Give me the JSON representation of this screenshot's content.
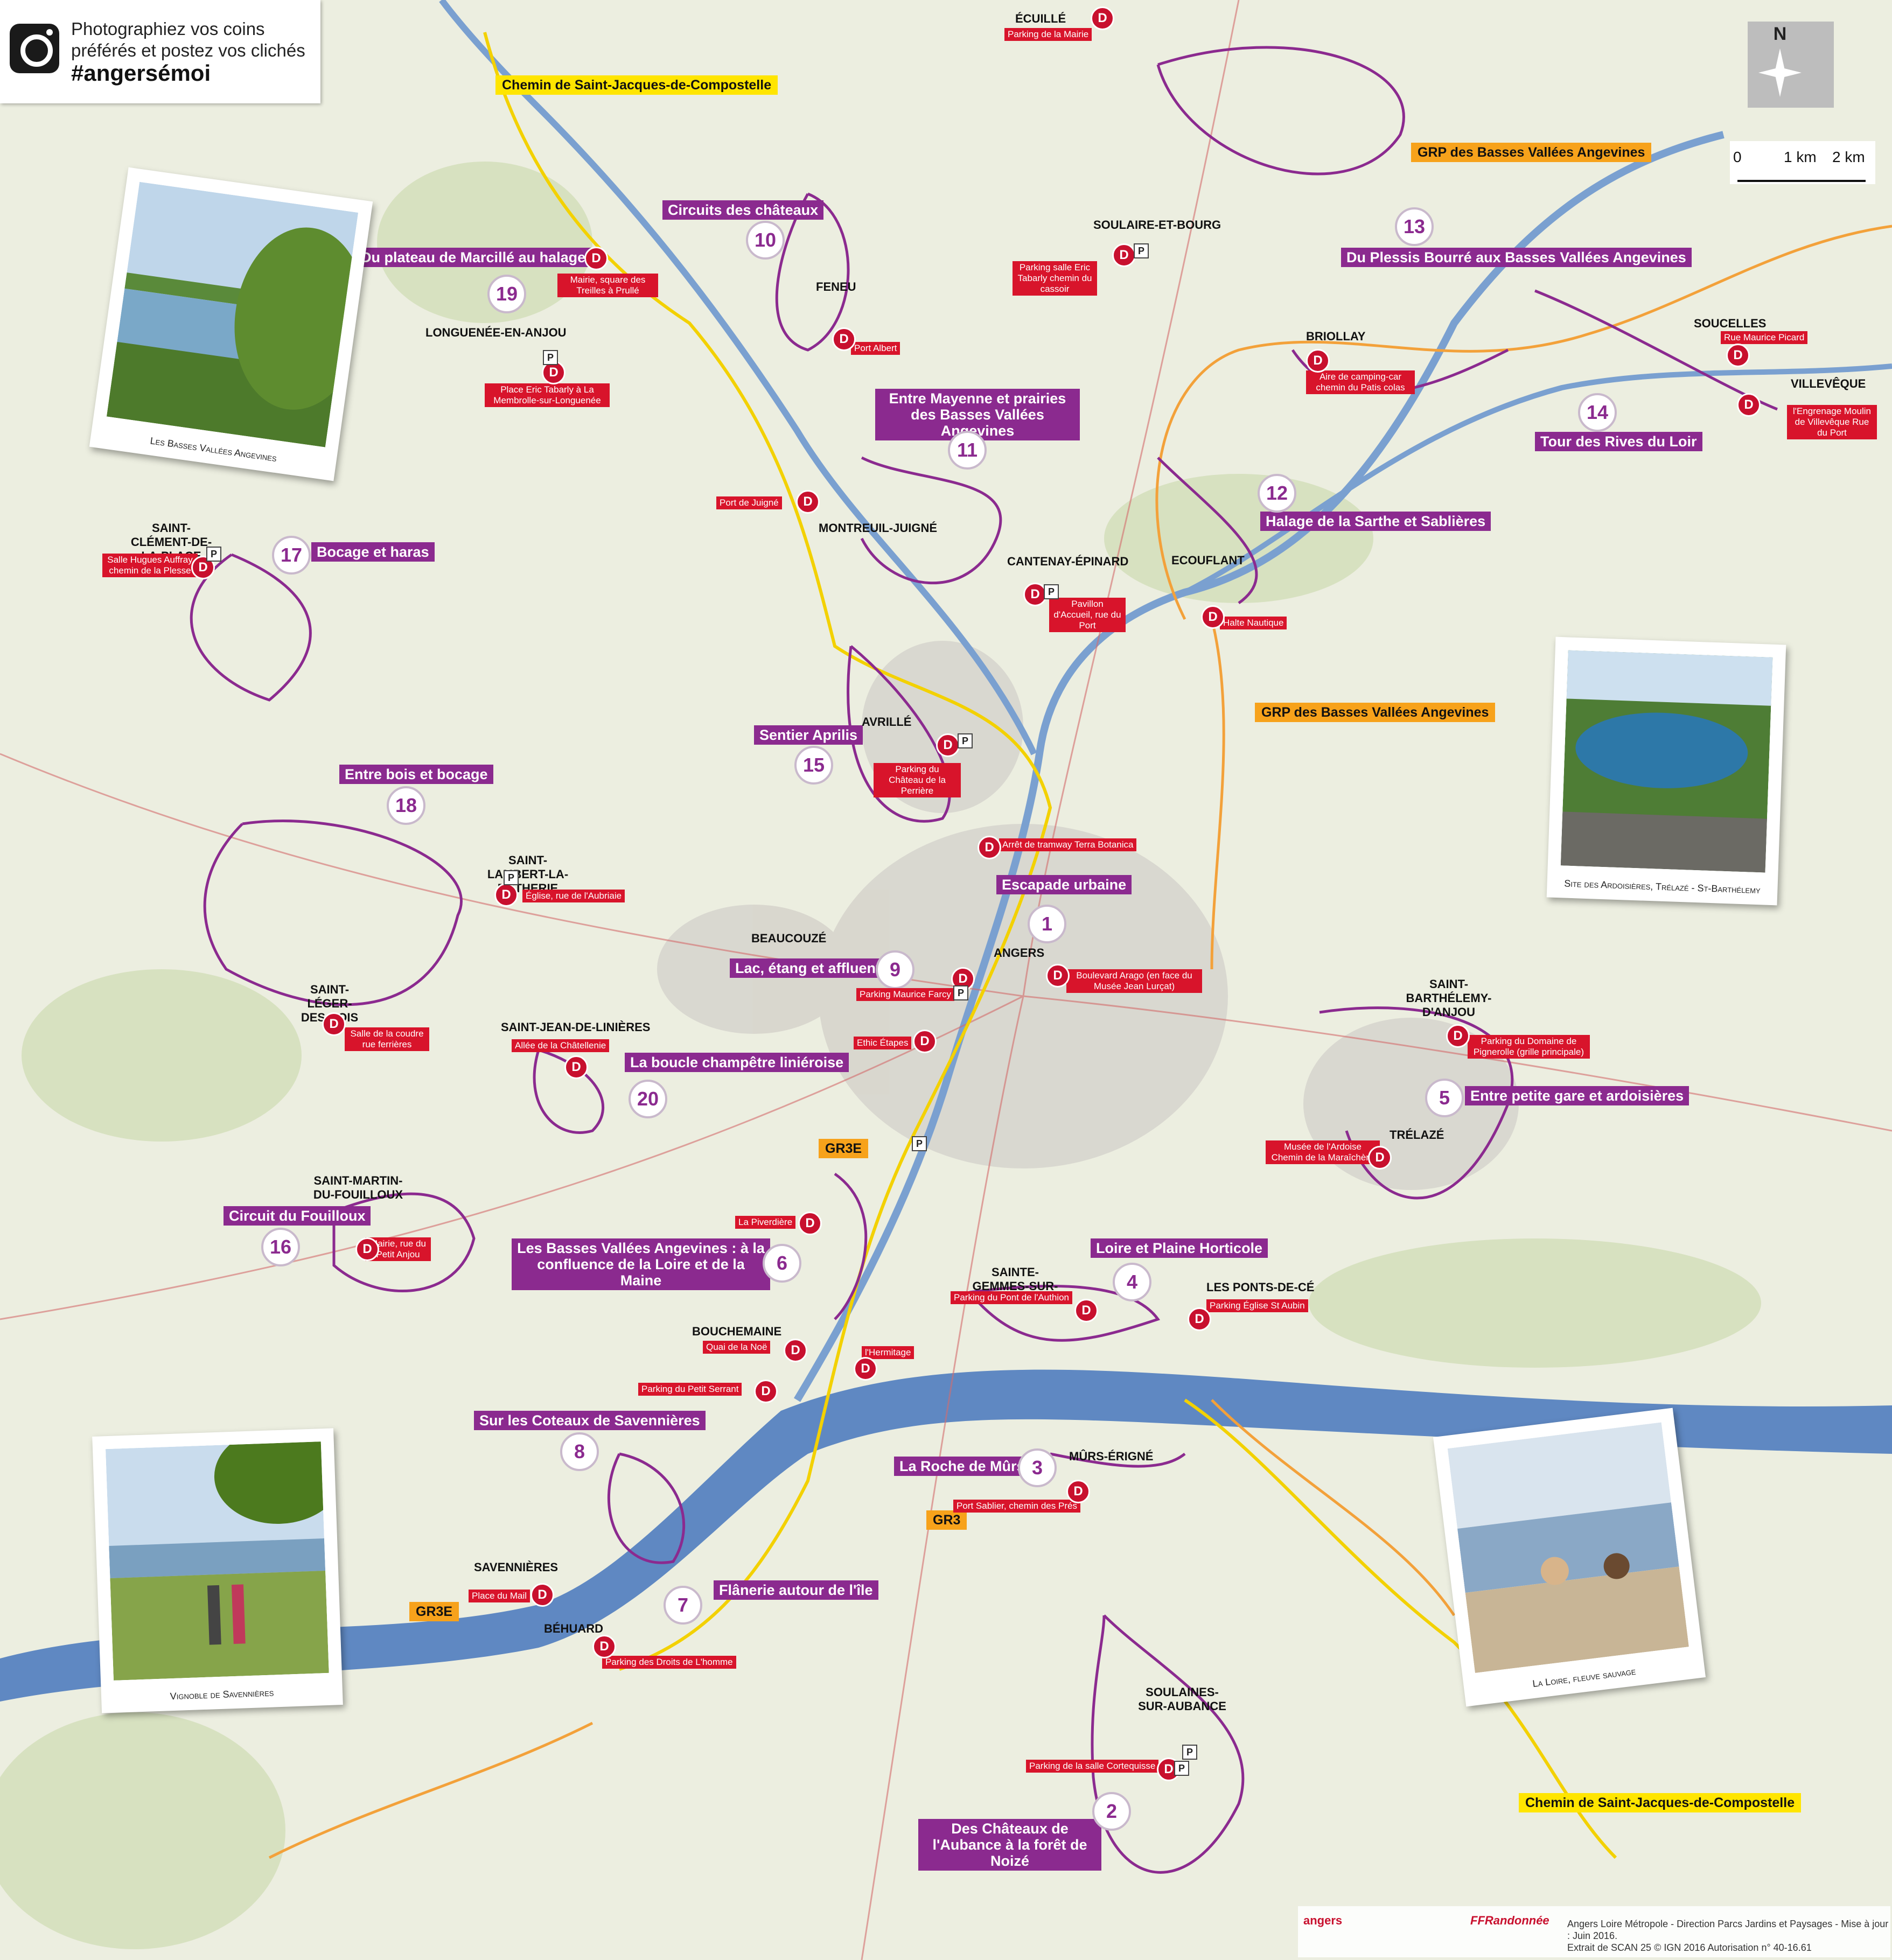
{
  "header": {
    "line1": "Photographiez vos coins",
    "line2": "préférés et postez vos clichés",
    "hashtag": "#angersémoi"
  },
  "compass": {
    "north": "N"
  },
  "scale": {
    "t0": "0",
    "t1": "1 km",
    "t2": "2 km"
  },
  "routes": [
    {
      "num": "1",
      "name": "Escapade urbaine"
    },
    {
      "num": "2",
      "name": "Des Châteaux de l'Aubance à la forêt de Noizé"
    },
    {
      "num": "3",
      "name": "La Roche de Mûrs"
    },
    {
      "num": "4",
      "name": "Loire et Plaine Horticole"
    },
    {
      "num": "5",
      "name": "Entre petite gare et ardoisières"
    },
    {
      "num": "6",
      "name": "Les Basses Vallées Angevines : à la confluence de la Loire et de la Maine"
    },
    {
      "num": "7",
      "name": "Flânerie autour de l'île"
    },
    {
      "num": "8",
      "name": "Sur les Coteaux de Savennières"
    },
    {
      "num": "9",
      "name": "Lac, étang et affluent"
    },
    {
      "num": "10",
      "name": "Circuits des châteaux"
    },
    {
      "num": "11",
      "name": "Entre Mayenne et prairies des Basses Vallées Angevines"
    },
    {
      "num": "12",
      "name": "Halage de la Sarthe et Sablières"
    },
    {
      "num": "13",
      "name": "Du Plessis Bourré aux Basses Vallées Angevines"
    },
    {
      "num": "14",
      "name": "Tour des Rives du Loir"
    },
    {
      "num": "15",
      "name": "Sentier Aprilis"
    },
    {
      "num": "16",
      "name": "Circuit du Fouilloux"
    },
    {
      "num": "17",
      "name": "Bocage et haras"
    },
    {
      "num": "18",
      "name": "Entre bois et bocage"
    },
    {
      "num": "19",
      "name": "Du plateau de Marcillé au halage"
    },
    {
      "num": "20",
      "name": "La boucle champêtre liniéroise"
    }
  ],
  "towns": [
    "ÉCUILLÉ",
    "SOULAIRE-ET-BOURG",
    "FENEU",
    "LONGUENÉE-EN-ANJOU",
    "BRIOLLAY",
    "SOUCELLES",
    "VILLEVÊQUE",
    "MONTREUIL-JUIGNÉ",
    "CANTENAY-ÉPINARD",
    "ECOUFLANT",
    "SAINT-CLÉMENT-DE-LA-PLACE",
    "AVRILLÉ",
    "SAINT-LAMBERT-LA-POTHERIE",
    "BEAUCOUZÉ",
    "ANGERS",
    "SAINT-LÉGER-DES-BOIS",
    "SAINT-JEAN-DE-LINIÈRES",
    "SAINT-BARTHÉLEMY-D'ANJOU",
    "TRÉLAZÉ",
    "SAINT-MARTIN-DU-FOUILLOUX",
    "SAINTE-GEMMES-SUR-LOIRE",
    "LES PONTS-DE-CÉ",
    "BOUCHEMAINE",
    "MÛRS-ÉRIGNÉ",
    "SAVENNIÈRES",
    "BÉHUARD",
    "SOULAINES-SUR-AUBANCE"
  ],
  "parkings": [
    "Parking de la Mairie",
    "Parking salle Eric Tabarly chemin du cassoir",
    "Port Albert",
    "Mairie, square des Treilles à Prullé",
    "Place Eric Tabarly à La Membrolle-sur-Longuenée",
    "Aire de camping-car chemin du Patis colas",
    "Rue Maurice Picard",
    "l'Engrenage Moulin de Villevêque Rue du Port",
    "Port de Juigné",
    "Pavillon d'Accueil, rue du Port",
    "Halte Nautique",
    "Salle Hugues Auffray chemin de la Plesse",
    "Parking du Château de la Perrière",
    "Arrêt de tramway Terra Botanica",
    "Église, rue de l'Aubriaie",
    "Boulevard Arago (en face du Musée Jean Lurçat)",
    "Parking Maurice Farcy",
    "Salle de la coudre rue ferrières",
    "Allée de la Châtellenie",
    "Ethic Étapes",
    "Parking du Domaine de Pignerolle (grille principale)",
    "Musée de l'Ardoise Chemin de la Maraîchère",
    "Mairie, rue du Petit Anjou",
    "La Piverdière",
    "Parking du Pont de l'Authion",
    "Parking Église St Aubin",
    "Quai de la Noë",
    "l'Hermitage",
    "Parking du Petit Serrant",
    "Port Sablier, chemin des Prés",
    "Place du Mail",
    "Parking des Droits de L'homme",
    "Parking de la salle Cortequisse"
  ],
  "labels": {
    "yellow_top": "Chemin de Saint-Jacques-de-Compostelle",
    "yellow_bottom": "Chemin de Saint-Jacques-de-Compostelle",
    "orange_top": "GRP des Basses Vallées Angevines",
    "orange_mid": "GRP des Basses Vallées Angevines",
    "gr3e_a": "GR3E",
    "gr3": "GR3",
    "gr3e_b": "GR3E"
  },
  "photos": [
    {
      "caption": "Les Basses Vallées Angevines"
    },
    {
      "caption": "Site des Ardoisières, Trélazé - St-Barthélemy"
    },
    {
      "caption": "Vignoble de Savennières"
    },
    {
      "caption": "La Loire, fleuve sauvage"
    }
  ],
  "footer": {
    "credit1": "Angers Loire Métropole - Direction Parcs Jardins et Paysages - Mise à jour : Juin 2016.",
    "credit2": "Extrait de SCAN 25 © IGN 2016 Autorisation n° 40-16.61",
    "logo1": "angers",
    "logo2": "FFRandonnée"
  },
  "colors": {
    "route": "#8b2a8f",
    "parking": "#d8142b",
    "loire": "#5f88c2",
    "gr_orange": "#f7a21b",
    "compostelle": "#ffe500"
  }
}
